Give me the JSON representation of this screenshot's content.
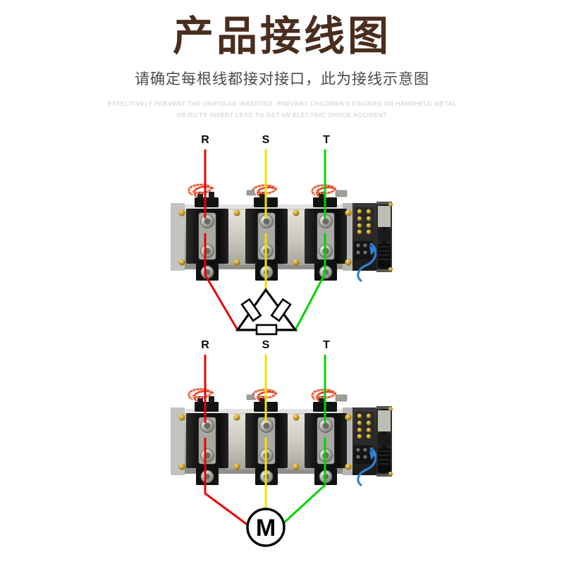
{
  "header": {
    "title": "产品接线图",
    "subtitle": "请确定每根线都接对接口，此为接线示意图",
    "english_line1": "EFFECTIVELY PREVENT THE UNIPOLAR INSERTED, PREVENT CHILDREN'S FINGERS OR HANDHELD METAL",
    "english_line2": "OBJECTS INSERT LEAD TO GET AN ELECTRIC SHOCK ACCIDENT",
    "title_color": "#4a2d1e",
    "subtitle_color": "#4a4a4a",
    "english_color": "#c8c8c8"
  },
  "diagram_top": {
    "phase_labels": [
      "R",
      "S",
      "T"
    ],
    "wire_colors": [
      "#ee0000",
      "#f2e000",
      "#00d400"
    ],
    "load_symbol": "delta",
    "load_label": "",
    "device_caption": ""
  },
  "diagram_bottom": {
    "phase_labels": [
      "R",
      "S",
      "T"
    ],
    "wire_colors": [
      "#ee0000",
      "#f2e000",
      "#00d400"
    ],
    "load_symbol": "motor",
    "load_label": "M",
    "device_caption": ""
  },
  "colors": {
    "background": "#ffffff",
    "wire_red": "#ee0000",
    "wire_yellow": "#f2e000",
    "wire_green": "#00d400",
    "symbol_stroke": "#000000",
    "device_black": "#141414",
    "device_metal": "#9a9a96",
    "device_brass": "#c9a227",
    "coil_wire": "#e8441f",
    "blue_wire": "#2f7fd0"
  }
}
